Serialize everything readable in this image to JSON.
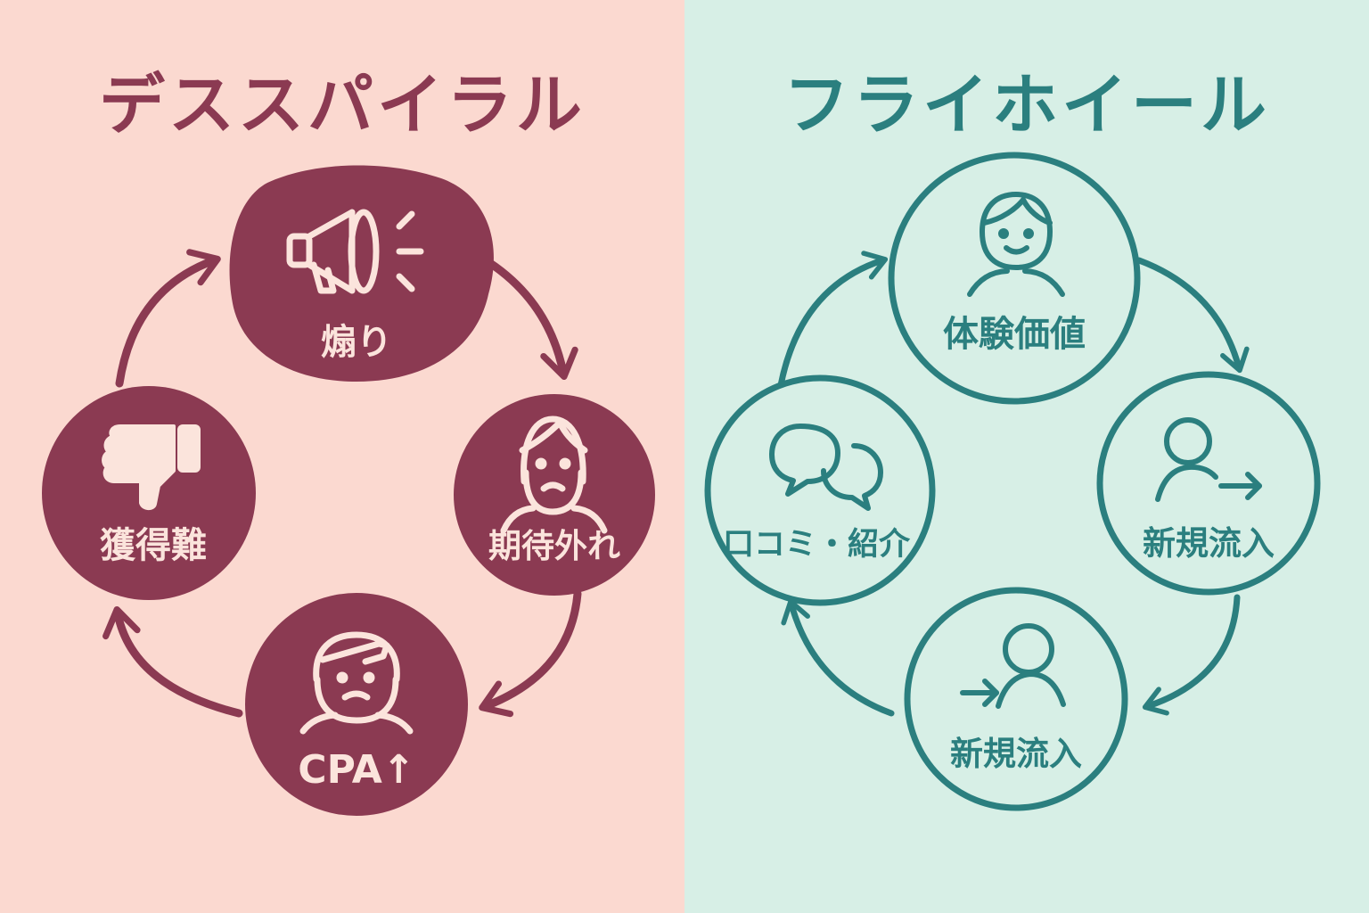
{
  "colors": {
    "left_bg": "#FBD9D0",
    "right_bg": "#D7EFE6",
    "maroon": "#8B3A52",
    "node_text_light": "#FBE4DC",
    "teal": "#2B7F7F"
  },
  "death_spiral": {
    "title": "デススパイラル",
    "nodes": {
      "top": {
        "label": "煽り",
        "icon": "megaphone-icon"
      },
      "right": {
        "label": "期待外れ",
        "icon": "sad-face-icon"
      },
      "bottom": {
        "label": "CPA↑",
        "icon": "frustrated-face-icon"
      },
      "left": {
        "label": "獲得難",
        "icon": "thumbs-down-icon"
      }
    }
  },
  "flywheel": {
    "title": "フライホイール",
    "nodes": {
      "top": {
        "label": "体験価値",
        "icon": "smiling-user-icon"
      },
      "right": {
        "label": "新規流入",
        "icon": "user-arrow-icon"
      },
      "bottom": {
        "label": "新規流入",
        "icon": "arrow-user-icon"
      },
      "left": {
        "label": "口コミ・紹介",
        "icon": "speech-bubbles-icon"
      }
    }
  }
}
